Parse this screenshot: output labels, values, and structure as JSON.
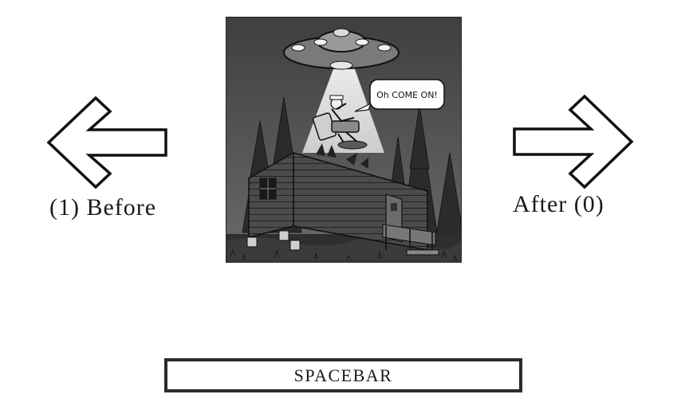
{
  "navigation": {
    "before_label": "(1) Before",
    "after_label": "After (0)",
    "left_arrow_icon": "arrow-left-icon",
    "right_arrow_icon": "arrow-right-icon"
  },
  "comic": {
    "speech_bubble_text": "Oh COME ON!",
    "palette": {
      "sky": "#555555",
      "beam": "#e8e8e8",
      "ground": "#3a3a3a",
      "ink": "#111111"
    }
  },
  "spacebar": {
    "label": "SPACEBAR"
  }
}
